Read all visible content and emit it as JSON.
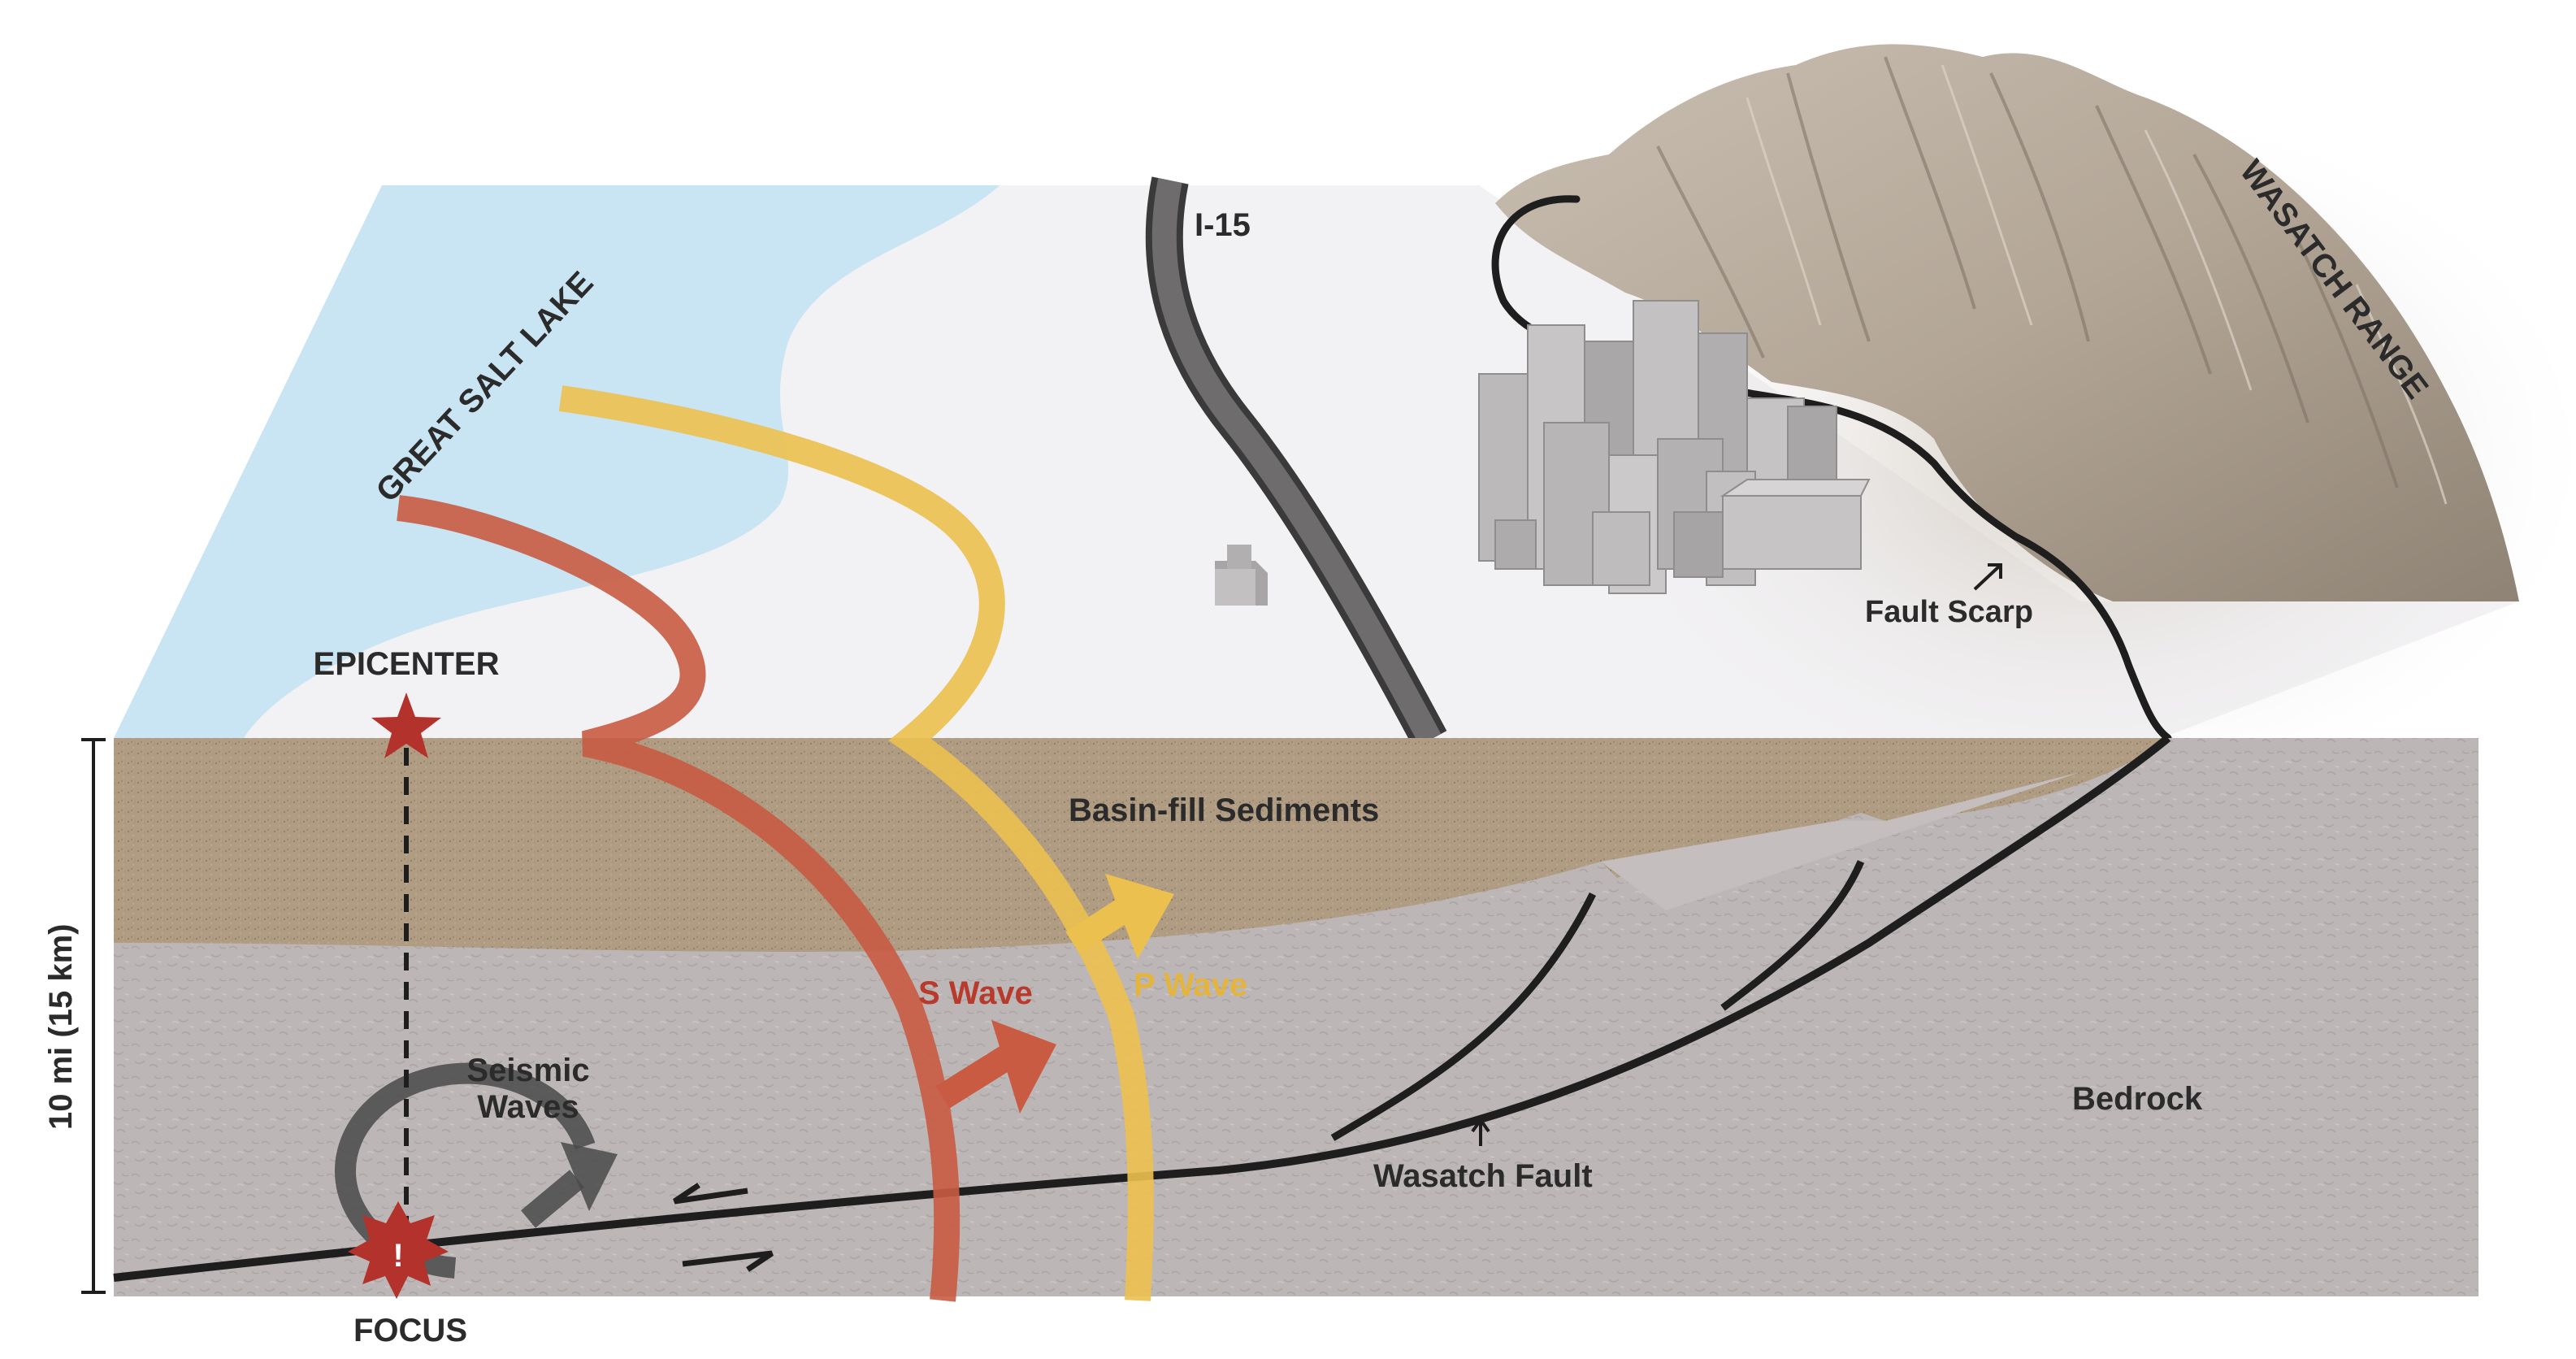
{
  "labels": {
    "lake": "GREAT SALT LAKE",
    "range": "WASATCH RANGE",
    "highway": "I-15",
    "epicenter": "EPICENTER",
    "focus": "FOCUS",
    "fault_scarp": "Fault Scarp",
    "basin_fill": "Basin-fill Sediments",
    "s_wave": "S Wave",
    "p_wave": "P Wave",
    "seismic_line1": "Seismic",
    "seismic_line2": "Waves",
    "bedrock": "Bedrock",
    "wasatch_fault": "Wasatch Fault",
    "depth_scale": "10 mi (15 km)",
    "focus_mark": "!"
  },
  "colors": {
    "lake": "#c9e4f3",
    "valley": "#f2f1f3",
    "sediment": "#b09c82",
    "bedrock": "#bcb7b6",
    "mountain": "#b6aa9b",
    "s_wave": "#c95b42",
    "p_wave": "#ecc04f",
    "star": "#b3332c",
    "fault": "#1e1e1e",
    "building": "#bbb9ba",
    "s_wave_label": "#b83a2c",
    "p_wave_label": "#e5b43c"
  },
  "icons": {
    "epicenter": "star-icon",
    "focus": "burst-star-icon"
  }
}
